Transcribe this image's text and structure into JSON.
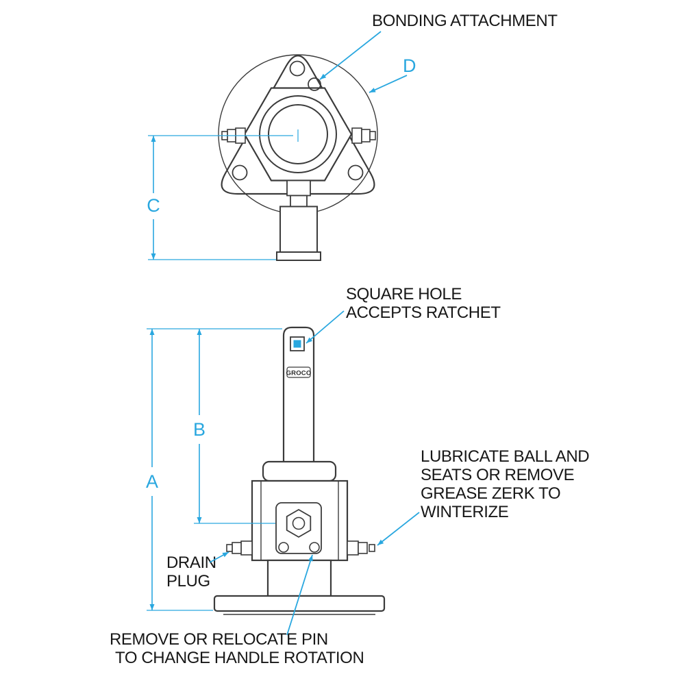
{
  "title": "Seacock valve technical drawing",
  "brand": "GROCO",
  "colors": {
    "line": "#3b3b3b",
    "annotation": "#29a7df",
    "label_text": "#171717",
    "background": "#ffffff"
  },
  "callouts": {
    "bonding": "BONDING ATTACHMENT",
    "square_hole": [
      "SQUARE HOLE",
      "ACCEPTS RATCHET"
    ],
    "lubricate": [
      "LUBRICATE BALL AND",
      "SEATS OR REMOVE",
      "GREASE ZERK TO",
      "WINTERIZE"
    ],
    "drain": [
      "DRAIN",
      "PLUG"
    ],
    "remove_pin": [
      "REMOVE OR RELOCATE PIN",
      "TO CHANGE HANDLE ROTATION"
    ]
  },
  "dimensions": {
    "a": "A",
    "b": "B",
    "c": "C",
    "d": "D"
  }
}
